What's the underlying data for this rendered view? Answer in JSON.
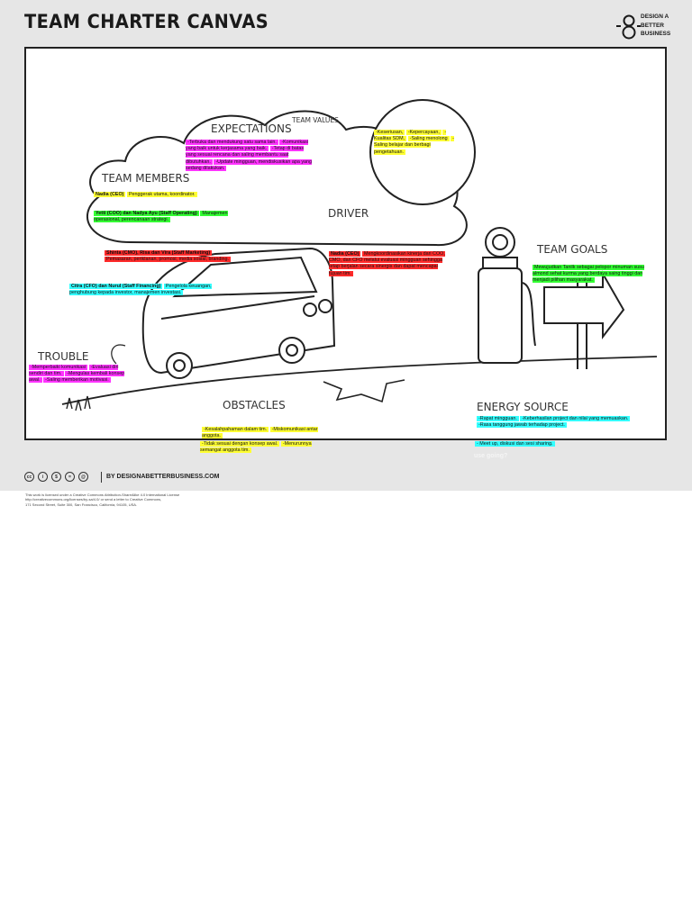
{
  "title": "TEAM CHARTER  CANVAS",
  "brand": {
    "line1": "DESIGN A",
    "line2": "BETTER",
    "line3": "BUSINESS"
  },
  "labels": {
    "expectations": "EXPECTATIONS",
    "team_values": "TEAM VALUES",
    "team_members": "TEAM MEMBERS",
    "driver": "DRIVER",
    "team_goals": "TEAM GOALS",
    "trouble": "TROUBLE",
    "obstacles": "OBSTACLES",
    "energy_source": "ENERGY SOURCE"
  },
  "notes": {
    "expectations": [
      "-Terbuka dan mendukung satu sama lain.",
      "-Komunikasi yang baik untuk kerjasama yang baik.",
      "-Tetap di batas yang sesuai rencana dan saling membantu saat dibutuhkan.",
      "-Update mingguan, mendiskusikan apa yang sedang dilakukan."
    ],
    "team_values": [
      "-Keseriusan,",
      "-Kepercayaan,",
      "-Kualitas SDM,",
      "-Saling menolong",
      "-Saling belajar dan berbagi pengetahuan."
    ],
    "members_ceo_a": "Nadia (CEO)",
    "members_ceo_b": "Penggerak utama, koordinator.",
    "members_coo_a": "Yetti (COO) dan Nadya Ayu (Staff Operating)",
    "members_coo_b": "Manajemen operasional, perencanaan strategi.",
    "members_cmo_a": "Shinta (CMO), Risa dan Vira (Staff Marketing)",
    "members_cmo_b": "Pemasaran, periklanan, promosi, media sosial, branding.",
    "members_cfo_a": "Citra (CFO) dan Nurul (Staff Financing)",
    "members_cfo_b": "Pengelola keuangan, penghubung kepada investor, manajemen investasi.",
    "driver": [
      "Nadia (CEO)",
      "Mengkoordinasikan kinerja dari COO, CMO, dan CFO melalui evaluasi mingguan sehingga tetap berjalan secara sinergis dan dapat mencapai tujuan tim."
    ],
    "team_goals": "Mewujudkan Tanilk sebagai pelopor minuman susu almond sehat kurma yang berdaya saing tinggi dan menjadi pilihan masyarakat.",
    "trouble": [
      "-Memperbaiki komunikasi",
      "-Evaluasi diri sendiri dan tim.",
      "-Mengulas kembali konsep awal.",
      "-Saling memberikan motivasi."
    ],
    "obstacles": [
      "-Kesalahpahaman dalam tim.",
      "-Miskomunikasi antar anggota.",
      "-Tidak sesuai dengan konsep awal.",
      "-Menurunnya semangat anggota tim."
    ],
    "energy_source": [
      "-Rapat mingguan.",
      "-Keberhasilan project dan nilai yang memuaskan.",
      "-Rasa tanggung jawab terhadap project.",
      "- Meet up, diskusi dan sesi sharing."
    ]
  },
  "footer": {
    "cc_icons": [
      "cc",
      "i",
      "$",
      "=",
      "@"
    ],
    "by": "BY DESIGNABETTERBUSINESS.COM",
    "overlay": "use going?",
    "license_1": "This work is licensed under a Creative Commons Attribution-ShareAlike 4.0 International License",
    "license_2": "http://creativecommons.org/licenses/by-sa/4.0/ or send a letter to Creative Commons,",
    "license_3": "171 Second Street, Suite 300, San Francisco, California, 94105, USA."
  },
  "colors": {
    "yellow": "#ffff33",
    "magenta": "#ff33ff",
    "cyan": "#33ffff",
    "red": "#ff2a2a",
    "green": "#33ff33"
  }
}
